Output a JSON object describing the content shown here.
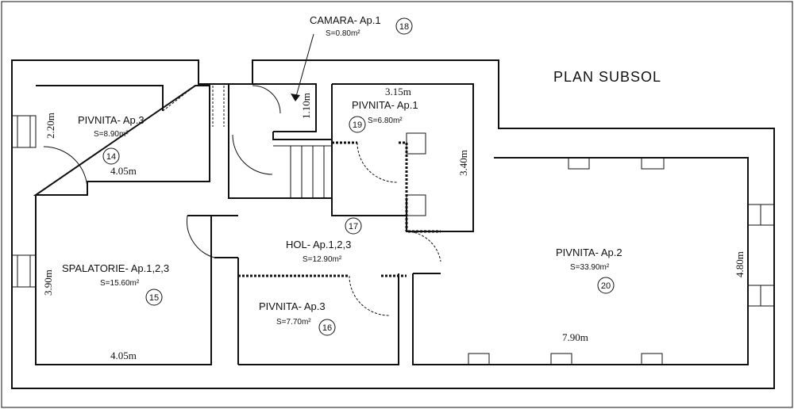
{
  "title": "PLAN SUBSOL",
  "rooms": [
    {
      "name": "CAMARA- Ap.1",
      "area": "S=0.80m²",
      "number": "18"
    },
    {
      "name": "PIVNITA- Ap.3",
      "area": "S=8.90m²",
      "number": "14"
    },
    {
      "name": "PIVNITA- Ap.1",
      "area": "S=6.80m²",
      "number": "19"
    },
    {
      "name": "HOL- Ap.1,2,3",
      "area": "S=12.90m²",
      "number": "17"
    },
    {
      "name": "SPALATORIE- Ap.1,2,3",
      "area": "S=15.60m²",
      "number": "15"
    },
    {
      "name": "PIVNITA- Ap.3",
      "area": "S=7.70m²",
      "number": "16"
    },
    {
      "name": "PIVNITA- Ap.2",
      "area": "S=33.90m²",
      "number": "20"
    }
  ],
  "dimensions": [
    "1.10m",
    "2.20m",
    "4.05m",
    "3.15m",
    "3.40m",
    "3.90m",
    "4.05m",
    "4.80m",
    "7.90m"
  ]
}
